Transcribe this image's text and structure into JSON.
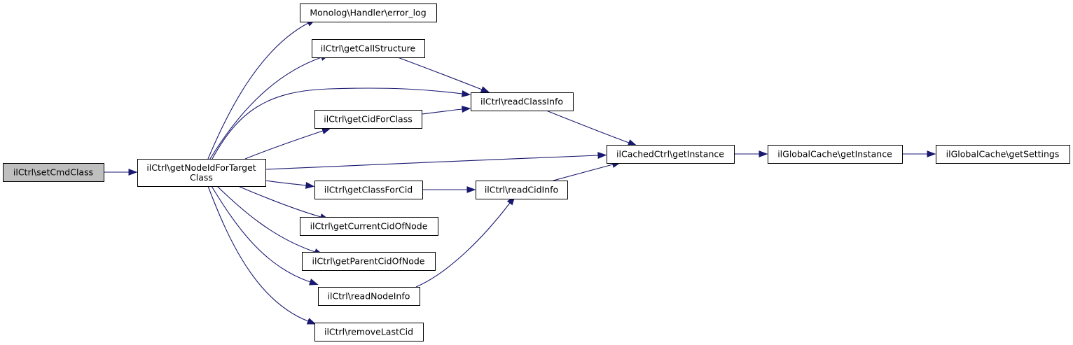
{
  "diagram": {
    "colors": {
      "edge": "#191970",
      "node_fill": "#ffffff",
      "root_fill": "#bfbfbf",
      "node_border": "#000000"
    },
    "nodes": [
      {
        "id": "setCmdClass",
        "lines": [
          "ilCtrl\\setCmdClass"
        ],
        "root": true
      },
      {
        "id": "getNodeIdForTargetClass",
        "lines": [
          "ilCtrl\\getNodeIdForTarget",
          "Class"
        ],
        "root": false
      },
      {
        "id": "error_log",
        "lines": [
          "Monolog\\Handler\\error_log"
        ],
        "root": false
      },
      {
        "id": "getCallStructure",
        "lines": [
          "ilCtrl\\getCallStructure"
        ],
        "root": false
      },
      {
        "id": "getCidForClass",
        "lines": [
          "ilCtrl\\getCidForClass"
        ],
        "root": false
      },
      {
        "id": "getClassForCid",
        "lines": [
          "ilCtrl\\getClassForCid"
        ],
        "root": false
      },
      {
        "id": "getCurrentCidOfNode",
        "lines": [
          "ilCtrl\\getCurrentCidOfNode"
        ],
        "root": false
      },
      {
        "id": "getParentCidOfNode",
        "lines": [
          "ilCtrl\\getParentCidOfNode"
        ],
        "root": false
      },
      {
        "id": "readNodeInfo",
        "lines": [
          "ilCtrl\\readNodeInfo"
        ],
        "root": false
      },
      {
        "id": "removeLastCid",
        "lines": [
          "ilCtrl\\removeLastCid"
        ],
        "root": false
      },
      {
        "id": "readClassInfo",
        "lines": [
          "ilCtrl\\readClassInfo"
        ],
        "root": false
      },
      {
        "id": "readCidInfo",
        "lines": [
          "ilCtrl\\readCidInfo"
        ],
        "root": false
      },
      {
        "id": "cachedGetInstance",
        "lines": [
          "ilCachedCtrl\\getInstance"
        ],
        "root": false
      },
      {
        "id": "globalGetInstance",
        "lines": [
          "ilGlobalCache\\getInstance"
        ],
        "root": false
      },
      {
        "id": "getSettings",
        "lines": [
          "ilGlobalCache\\getSettings"
        ],
        "root": false
      }
    ],
    "edges": [
      {
        "from": "setCmdClass",
        "to": "getNodeIdForTargetClass"
      },
      {
        "from": "getNodeIdForTargetClass",
        "to": "error_log"
      },
      {
        "from": "getNodeIdForTargetClass",
        "to": "getCallStructure"
      },
      {
        "from": "getNodeIdForTargetClass",
        "to": "readClassInfo"
      },
      {
        "from": "getNodeIdForTargetClass",
        "to": "getCidForClass"
      },
      {
        "from": "getNodeIdForTargetClass",
        "to": "cachedGetInstance"
      },
      {
        "from": "getNodeIdForTargetClass",
        "to": "getClassForCid"
      },
      {
        "from": "getNodeIdForTargetClass",
        "to": "getCurrentCidOfNode"
      },
      {
        "from": "getNodeIdForTargetClass",
        "to": "getParentCidOfNode"
      },
      {
        "from": "getNodeIdForTargetClass",
        "to": "readNodeInfo"
      },
      {
        "from": "getNodeIdForTargetClass",
        "to": "removeLastCid"
      },
      {
        "from": "getCallStructure",
        "to": "readClassInfo"
      },
      {
        "from": "getCidForClass",
        "to": "readClassInfo"
      },
      {
        "from": "readClassInfo",
        "to": "cachedGetInstance"
      },
      {
        "from": "getClassForCid",
        "to": "readCidInfo"
      },
      {
        "from": "readNodeInfo",
        "to": "readCidInfo"
      },
      {
        "from": "readCidInfo",
        "to": "cachedGetInstance"
      },
      {
        "from": "cachedGetInstance",
        "to": "globalGetInstance"
      },
      {
        "from": "globalGetInstance",
        "to": "getSettings"
      }
    ]
  }
}
